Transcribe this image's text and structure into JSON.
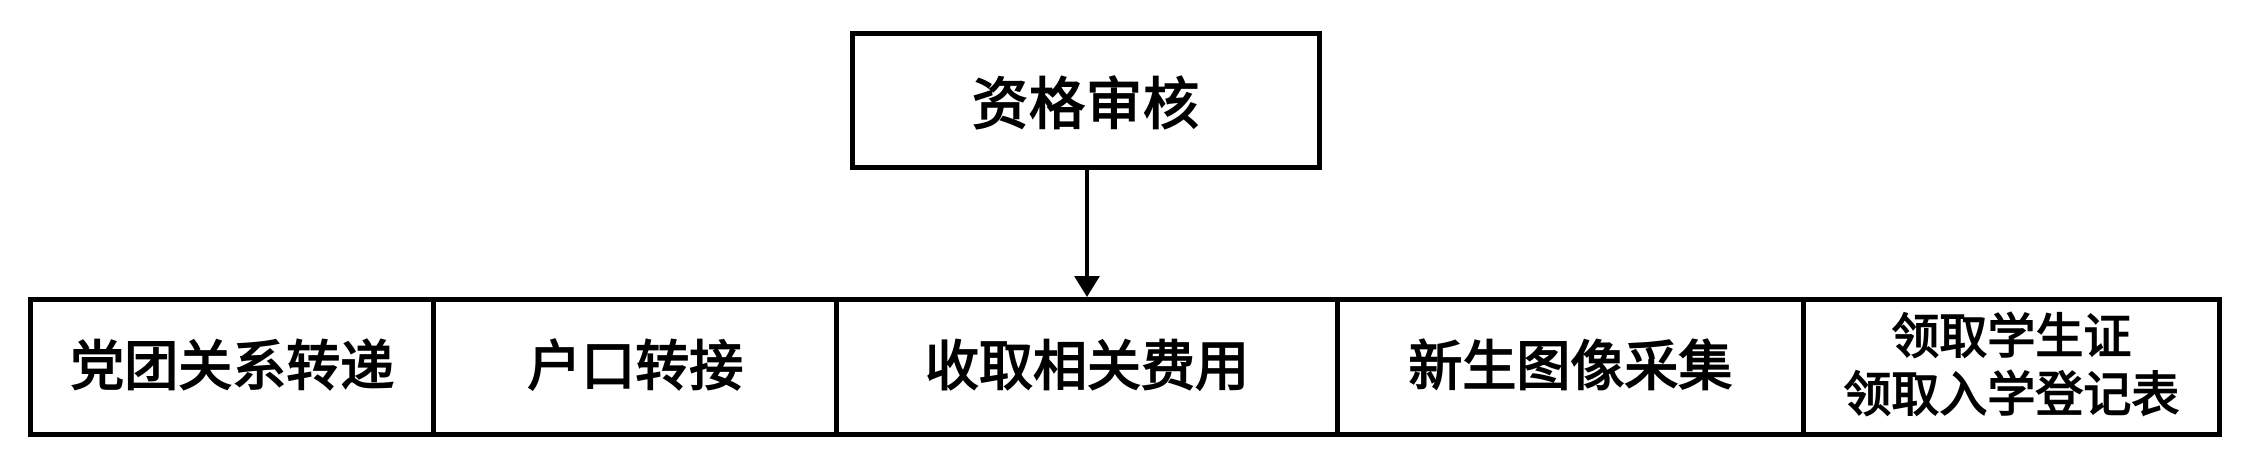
{
  "page": {
    "background_color": "#ffffff",
    "line_color": "#000000"
  },
  "flowchart": {
    "top_box": {
      "label": "资格审核"
    },
    "connector": {
      "type": "arrow-down"
    },
    "bottom_row": {
      "cells": [
        {
          "lines": [
            "党团关系转递"
          ]
        },
        {
          "lines": [
            "户口转接"
          ]
        },
        {
          "lines": [
            "收取相关费用"
          ]
        },
        {
          "lines": [
            "新生图像采集"
          ]
        },
        {
          "lines": [
            "领取学生证",
            "领取入学登记表"
          ]
        }
      ]
    }
  }
}
